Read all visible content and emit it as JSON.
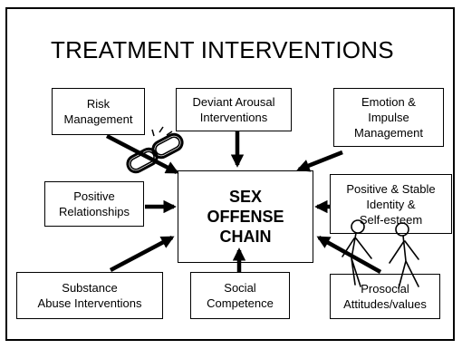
{
  "title": "TREATMENT INTERVENTIONS",
  "center": {
    "line1": "SEX",
    "line2": "OFFENSE",
    "line3": "CHAIN"
  },
  "boxes": {
    "risk_management": [
      "Risk",
      "Management"
    ],
    "deviant_arousal": [
      "Deviant Arousal",
      "Interventions"
    ],
    "emotion_impulse": [
      "Emotion &",
      "Impulse",
      "Management"
    ],
    "positive_relationships": [
      "Positive",
      "Relationships"
    ],
    "identity_self_esteem": [
      "Positive & Stable",
      "Identity &",
      "Self-esteem"
    ],
    "substance_abuse": [
      "Substance",
      "Abuse Interventions"
    ],
    "social_competence": [
      "Social",
      "Competence"
    ],
    "prosocial_attitudes": [
      "Prosocial",
      "Attitudes/values"
    ]
  },
  "illustrations": [
    "broken-chain-icon",
    "figures-icon"
  ]
}
